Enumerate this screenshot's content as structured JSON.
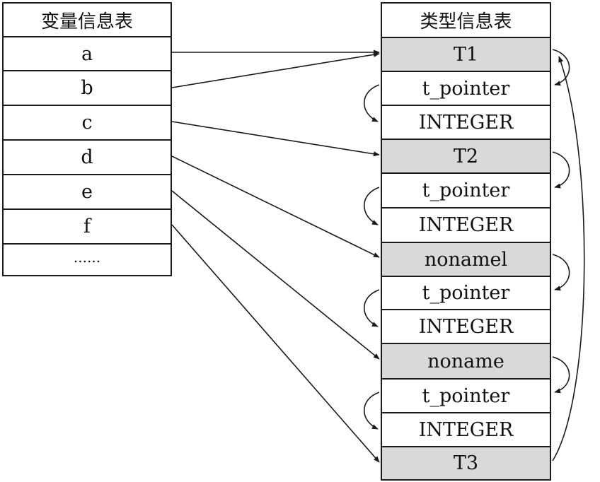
{
  "variable_table": {
    "title": "变量信息表",
    "rows": [
      "a",
      "b",
      "c",
      "d",
      "e",
      "f",
      "......"
    ]
  },
  "type_table": {
    "title": "类型信息表",
    "rows": [
      {
        "label": "T1",
        "shaded": true
      },
      {
        "label": "t_pointer",
        "shaded": false
      },
      {
        "label": "INTEGER",
        "shaded": false
      },
      {
        "label": "T2",
        "shaded": true
      },
      {
        "label": "t_pointer",
        "shaded": false
      },
      {
        "label": "INTEGER",
        "shaded": false
      },
      {
        "label": "nonamel",
        "shaded": true
      },
      {
        "label": "t_pointer",
        "shaded": false
      },
      {
        "label": "INTEGER",
        "shaded": false
      },
      {
        "label": "noname",
        "shaded": true
      },
      {
        "label": "t_pointer",
        "shaded": false
      },
      {
        "label": "INTEGER",
        "shaded": false
      },
      {
        "label": "T3",
        "shaded": true
      }
    ]
  },
  "variable_to_type_links": [
    {
      "from": "a",
      "to": "T1"
    },
    {
      "from": "b",
      "to": "T1"
    },
    {
      "from": "c",
      "to": "T2"
    },
    {
      "from": "d",
      "to": "nonamel"
    },
    {
      "from": "e",
      "to": "noname"
    },
    {
      "from": "f",
      "to": "T3"
    }
  ],
  "colors": {
    "line": "#1a1a1a",
    "shaded_cell": "#d9d9d9"
  }
}
